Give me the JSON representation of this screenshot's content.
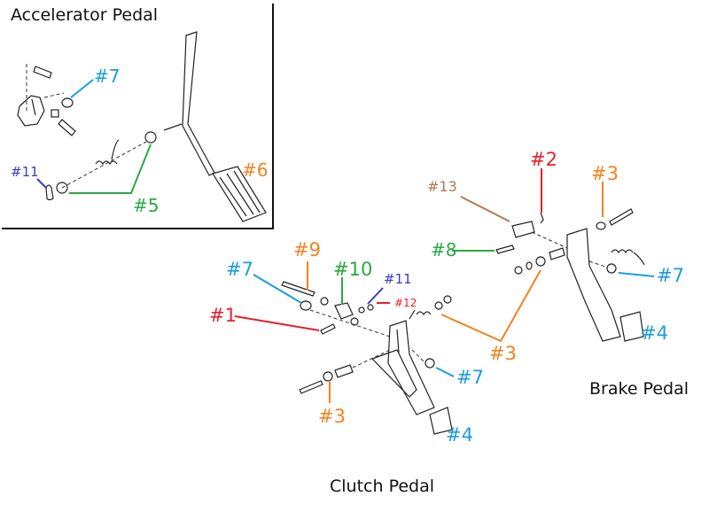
{
  "titles": {
    "accelerator": "Accelerator Pedal",
    "clutch": "Clutch Pedal",
    "brake": "Brake Pedal"
  },
  "colors": {
    "blue": "#1a9de0",
    "orange": "#f58220",
    "green": "#2aa843",
    "red": "#e8202a",
    "indigo": "#3b3bc8",
    "brown": "#b07a50"
  },
  "labels": {
    "acc_7": "#7",
    "acc_11": "#11",
    "acc_5": "#5",
    "acc_6": "#6",
    "clutch_7": "#7",
    "clutch_9": "#9",
    "clutch_10": "#10",
    "clutch_11": "#11",
    "clutch_12": "#12",
    "clutch_1": "#1",
    "clutch_3": "#3",
    "clutch_7b": "#7",
    "clutch_4": "#4",
    "shared_3": "#3",
    "brake_13": "#13",
    "brake_2": "#2",
    "brake_3": "#3",
    "brake_8": "#8",
    "brake_7": "#7",
    "brake_4": "#4"
  }
}
